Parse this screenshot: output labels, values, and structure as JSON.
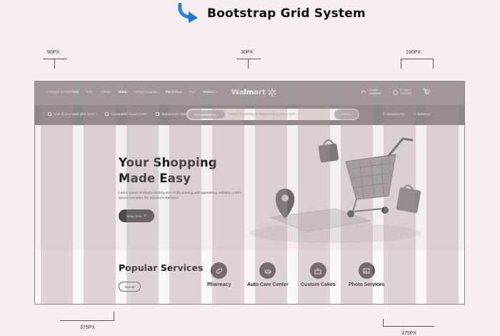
{
  "heading": {
    "title": "Bootstrap Grid System"
  },
  "annotations": {
    "gutter_left": "90PX",
    "gutter_mid": "30PX",
    "gutter_right": "190PX",
    "bottom_left": "375PX",
    "bottom_right": "375PX"
  },
  "topbar": {
    "nav": [
      "Grocery & Essentials",
      "Tech",
      "Fashion",
      "Home",
      "School Supplies",
      "Flash Pics",
      "Toys",
      "Walmart+"
    ],
    "active_nav": "Home",
    "logo": "Walmart",
    "reorder_top": "Reorder",
    "reorder_label": "Services",
    "account_top": "Hi, Sign In",
    "account_label": "Account"
  },
  "searchbar": {
    "left": [
      "How do you want your items?",
      "Sacramento Supercenter",
      "Sacramento 95829"
    ],
    "department": "All Departments",
    "placeholder": "Search everything at Walmart online and in store",
    "search_button": "Search",
    "right": [
      "Departments",
      "Services"
    ]
  },
  "hero": {
    "title_line1": "Your Shopping",
    "title_line2": "Made Easy",
    "text": "Lorem Ipsum is simply dummy text of the printing and typesetting industry. Lorem Ipsum has been the industry's standard",
    "button": "Shop Now"
  },
  "services": {
    "title": "Popular Services",
    "see_all": "See all",
    "items": [
      "Pharmacy",
      "Auto Care Center",
      "Custom Cakes",
      "Photo Services"
    ]
  },
  "colors": {
    "column": "#aa969b",
    "topbar": "#9f999b",
    "accent": "#2196f3"
  }
}
